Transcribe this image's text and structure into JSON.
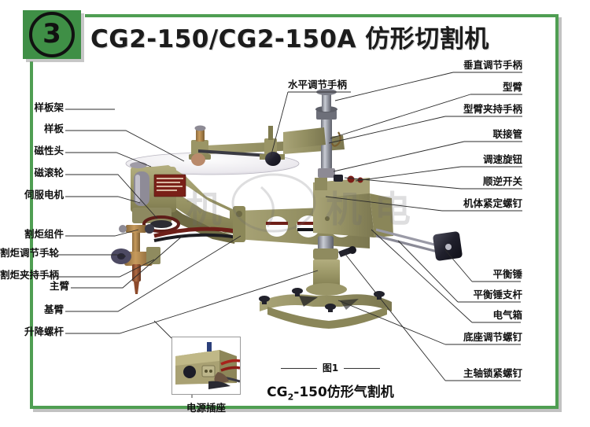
{
  "header": {
    "badge_number": "3",
    "title": "CG2-150/CG2-150A 仿形切割机",
    "badge_color": "#3f8f46",
    "frame_color": "#4f9e52"
  },
  "labels_left": [
    {
      "text": "样板架",
      "name": "label-template-holder"
    },
    {
      "text": "样板",
      "name": "label-template"
    },
    {
      "text": "磁性头",
      "name": "label-magnetic-head"
    },
    {
      "text": "磁滚轮",
      "name": "label-magnetic-roller"
    },
    {
      "text": "伺服电机",
      "name": "label-servo-motor"
    },
    {
      "text": "割炬组件",
      "name": "label-torch-assembly"
    },
    {
      "text": "割炬调节手轮",
      "name": "label-torch-adjust-wheel"
    },
    {
      "text": "割炬夹持手柄",
      "name": "label-torch-clamp-handle"
    },
    {
      "text": "主臂",
      "name": "label-main-arm"
    },
    {
      "text": "基臂",
      "name": "label-base-arm"
    },
    {
      "text": "升降螺杆",
      "name": "label-lifting-screw"
    }
  ],
  "labels_right": [
    {
      "text": "垂直调节手柄",
      "name": "label-vertical-adjust-handle"
    },
    {
      "text": "型臂",
      "name": "label-profile-arm"
    },
    {
      "text": "型臂夹持手柄",
      "name": "label-profile-arm-clamp-handle"
    },
    {
      "text": "联接管",
      "name": "label-connecting-tube"
    },
    {
      "text": "调速旋钮",
      "name": "label-speed-knob"
    },
    {
      "text": "顺逆开关",
      "name": "label-direction-switch"
    },
    {
      "text": "机体紧定螺钉",
      "name": "label-body-set-screw"
    },
    {
      "text": "平衡锤",
      "name": "label-counterweight"
    },
    {
      "text": "平衡锤支杆",
      "name": "label-counterweight-rod"
    },
    {
      "text": "电气箱",
      "name": "label-electrical-box"
    },
    {
      "text": "底座调节螺钉",
      "name": "label-base-adjust-screw"
    },
    {
      "text": "主轴锁紧螺钉",
      "name": "label-spindle-lock-screw"
    }
  ],
  "labels_top": [
    {
      "text": "水平调节手柄",
      "name": "label-horizontal-adjust-handle"
    }
  ],
  "inset": {
    "caption": "电源插座"
  },
  "figure": {
    "number": "图1",
    "caption_prefix": "CG",
    "caption_sub": "2",
    "caption_rest": "-150仿形气割机"
  }
}
